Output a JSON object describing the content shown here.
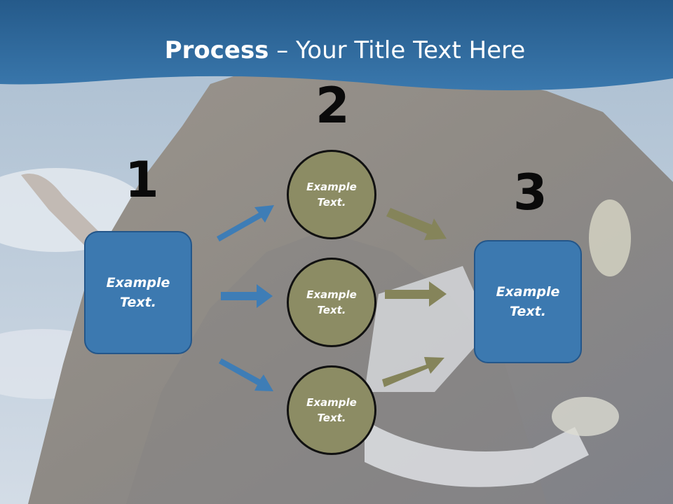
{
  "title": {
    "bold": "Process",
    "rest": " – Your Title Text Here"
  },
  "steps": {
    "one": "1",
    "two": "2",
    "three": "3"
  },
  "left_box": {
    "line1": "Example",
    "line2": "Text."
  },
  "right_box": {
    "line1": "Example",
    "line2": "Text."
  },
  "circles": [
    {
      "line1": "Example",
      "line2": "Text."
    },
    {
      "line1": "Example",
      "line2": "Text."
    },
    {
      "line1": "Example",
      "line2": "Text."
    }
  ],
  "colors": {
    "header": "#3770a4",
    "box": "#3c79b0",
    "circle": "#8c8c64",
    "blue_arrow": "#3e7db6",
    "olive_arrow": "#85845a"
  }
}
